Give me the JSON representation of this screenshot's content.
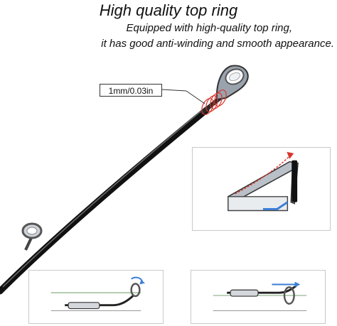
{
  "header": {
    "title": "High quality top ring",
    "subtitle_line1": "Equipped with high-quality  top ring,",
    "subtitle_line2": "it has good anti-winding and smooth appearance."
  },
  "rod": {
    "measure_label": "1mm/0.03in"
  },
  "colors": {
    "rod_body": "#111111",
    "ring_metal": "#9aa3ad",
    "wire_red": "#d9342b",
    "wire_blue": "#3a7ed6",
    "panel_border": "#c9c9c9"
  },
  "icons": {
    "top_ring": "top-ring-icon",
    "guide_ring": "guide-ring-icon",
    "red_arrow": "red-arrow-icon",
    "blue_arrow": "blue-arrow-icon"
  }
}
